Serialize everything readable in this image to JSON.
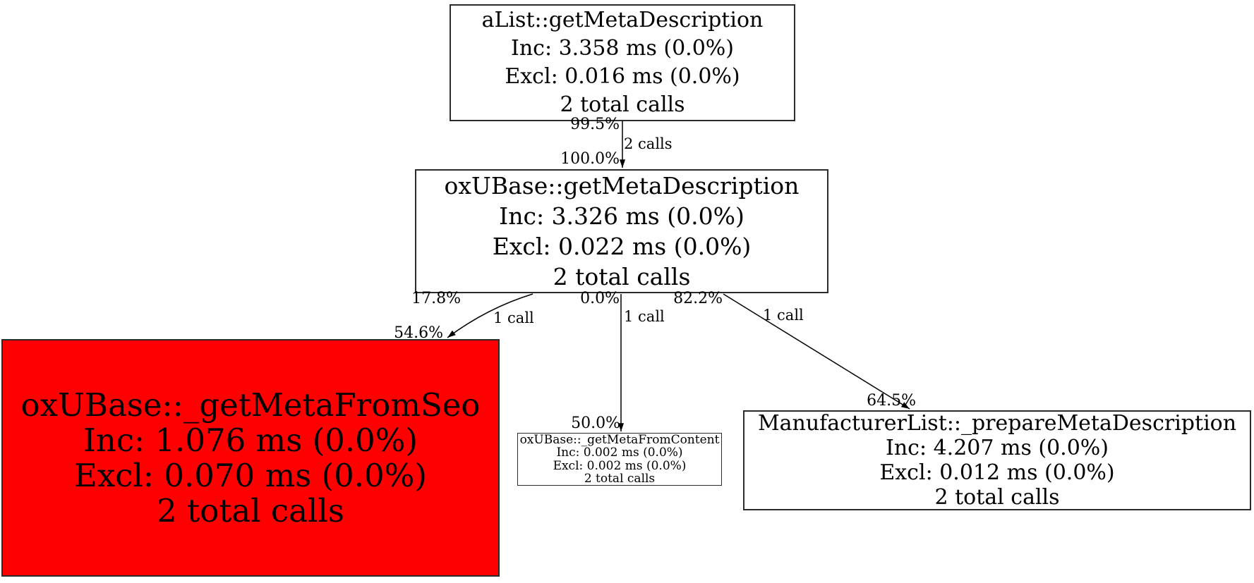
{
  "graph": {
    "background_color": "#ffffff",
    "hot_node_color": "#ff0000",
    "normal_node_color": "#ffffff",
    "nodes": [
      {
        "title": "aList::getMetaDescription",
        "inc": "Inc: 3.358 ms (0.0%)",
        "excl": "Excl: 0.016 ms (0.0%)",
        "calls": "2 total calls",
        "fill": "#ffffff"
      },
      {
        "title": "oxUBase::getMetaDescription",
        "inc": "Inc: 3.326 ms (0.0%)",
        "excl": "Excl: 0.022 ms (0.0%)",
        "calls": "2 total calls",
        "fill": "#ffffff"
      },
      {
        "title": "oxUBase::_getMetaFromSeo",
        "inc": "Inc: 1.076 ms (0.0%)",
        "excl": "Excl: 0.070 ms (0.0%)",
        "calls": "2 total calls",
        "fill": "#ff0000"
      },
      {
        "title": "oxUBase::_getMetaFromContent",
        "inc": "Inc: 0.002 ms (0.0%)",
        "excl": "Excl: 0.002 ms (0.0%)",
        "calls": "2 total calls",
        "fill": "#ffffff"
      },
      {
        "title": "ManufacturerList::_prepareMetaDescription",
        "inc": "Inc: 4.207 ms (0.0%)",
        "excl": "Excl: 0.012 ms (0.0%)",
        "calls": "2 total calls",
        "fill": "#ffffff"
      }
    ],
    "edges": [
      {
        "from": "aList::getMetaDescription",
        "to": "oxUBase::getMetaDescription",
        "source_pct": "99.5%",
        "calls": "2 calls",
        "target_pct": "100.0%"
      },
      {
        "from": "oxUBase::getMetaDescription",
        "to": "oxUBase::_getMetaFromSeo",
        "source_pct": "17.8%",
        "calls": "1 call",
        "target_pct": "54.6%"
      },
      {
        "from": "oxUBase::getMetaDescription",
        "to": "oxUBase::_getMetaFromContent",
        "source_pct": "0.0%",
        "calls": "1 call",
        "target_pct": "50.0%"
      },
      {
        "from": "oxUBase::getMetaDescription",
        "to": "ManufacturerList::_prepareMetaDescription",
        "source_pct": "82.2%",
        "calls": "1 call",
        "target_pct": "64.5%"
      }
    ]
  }
}
